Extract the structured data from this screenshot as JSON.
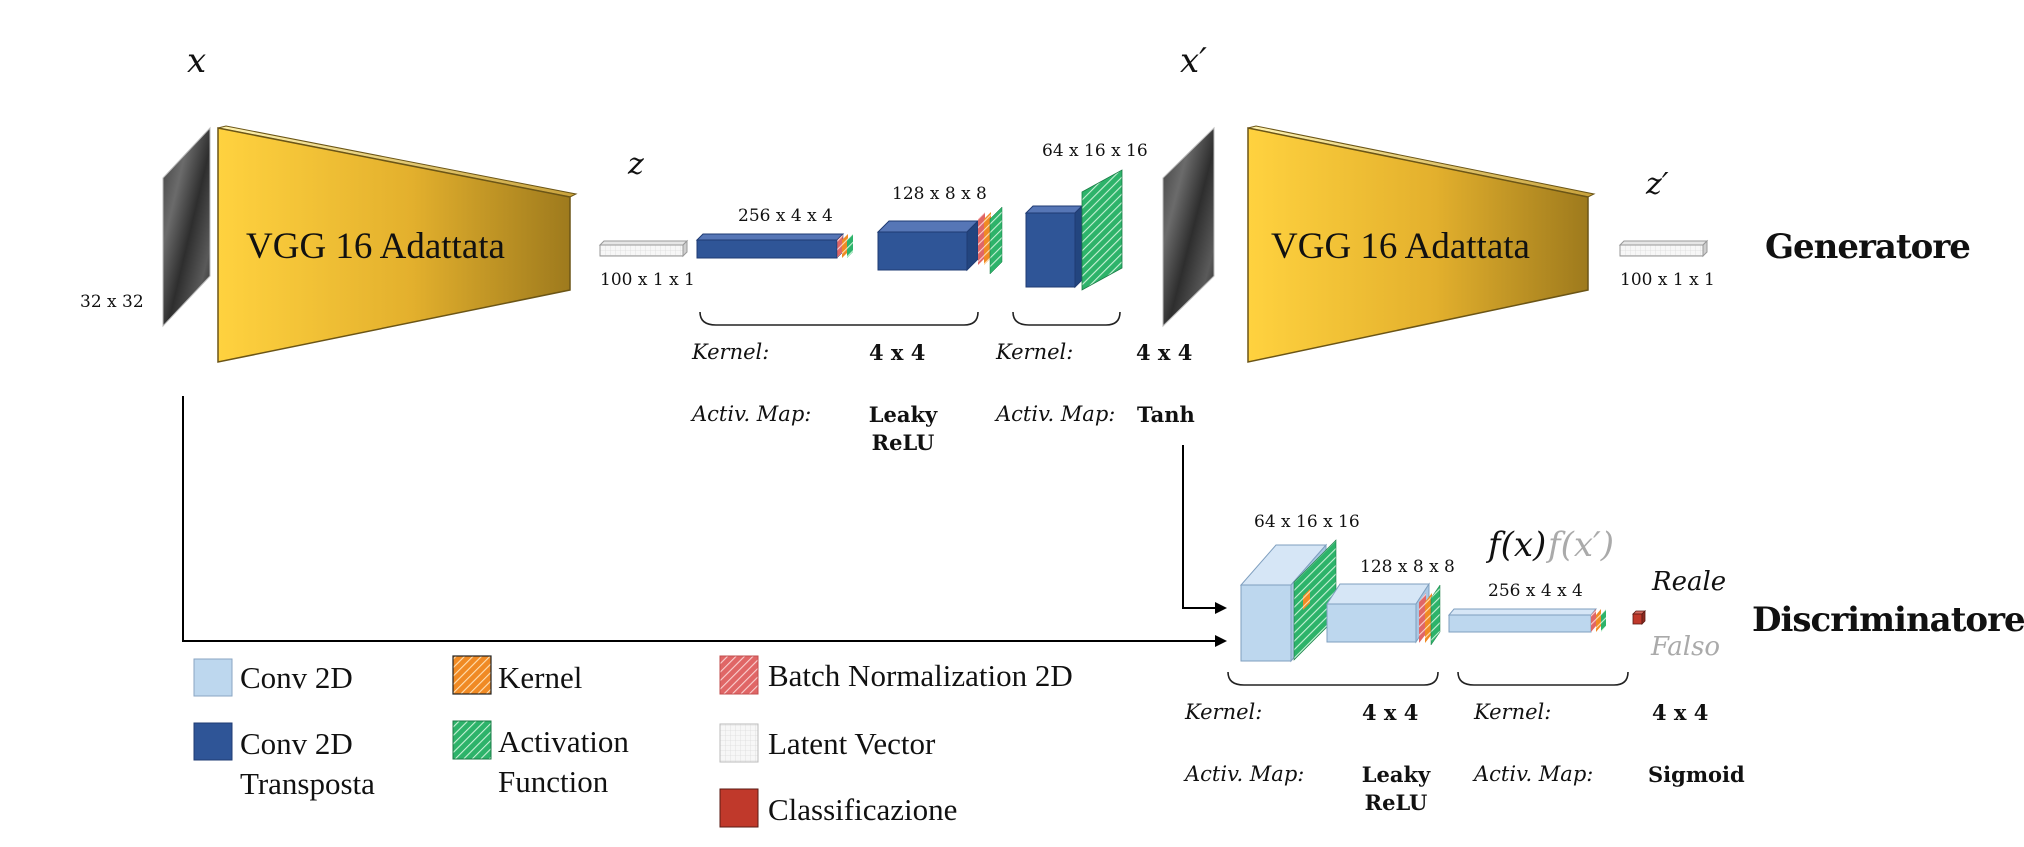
{
  "generator": {
    "input_var": "x",
    "input_size": "32 x 32",
    "encoder_label": "VGG 16 Adattata",
    "latent_var": "z",
    "latent_size": "100 x 1 x 1",
    "layer1_size": "256 x 4 x 4",
    "layer2_size": "128 x 8 x 8",
    "layer3_size": "64 x 16 x 16",
    "group1": {
      "kernel_label": "Kernel:",
      "kernel_value": "4 x 4",
      "act_label": "Activ. Map:",
      "act_value_line1": "Leaky",
      "act_value_line2": "ReLU"
    },
    "group2": {
      "kernel_label": "Kernel:",
      "kernel_value": "4 x 4",
      "act_label": "Activ. Map:",
      "act_value": "Tanh"
    },
    "output_var": "x′",
    "encoder2_label": "VGG 16 Adattata",
    "latent2_var": "z′",
    "latent2_size": "100 x 1 x 1",
    "title": "Generatore"
  },
  "discriminator": {
    "layer1_size": "64 x 16 x 16",
    "layer2_size": "128 x 8 x 8",
    "layer3_size": "256 x 4 x 4",
    "feature_real": "f(x)",
    "feature_fake": "f(x′)",
    "out_real": "Reale",
    "out_fake": "Falso",
    "group1": {
      "kernel_label": "Kernel:",
      "kernel_value": "4 x 4",
      "act_label": "Activ. Map:",
      "act_value_line1": "Leaky",
      "act_value_line2": "ReLU"
    },
    "group2": {
      "kernel_label": "Kernel:",
      "kernel_value": "4 x 4",
      "act_label": "Activ. Map:",
      "act_value": "Sigmoid"
    },
    "title": "Discriminatore"
  },
  "legend": {
    "conv2d": "Conv 2D",
    "conv2d_t_line1": "Conv 2D",
    "conv2d_t_line2": "Transposta",
    "kernel": "Kernel",
    "activation_line1": "Activation",
    "activation_line2": "Function",
    "batchnorm": "Batch Normalization 2D",
    "latent": "Latent Vector",
    "classification": "Classificazione"
  },
  "colors": {
    "vgg_gold_light": "#ffd23f",
    "vgg_gold_dark": "#9e7a1d",
    "conv_t_blue": "#2f5597",
    "conv_light_blue": "#bdd7ee",
    "activation_green": "#2db36a",
    "kernel_orange": "#f08a24",
    "batchnorm_red": "#e06666",
    "classification_red": "#c0392b",
    "latent_grey": "#eeeeee",
    "fake_grey": "#aaaaaa"
  }
}
